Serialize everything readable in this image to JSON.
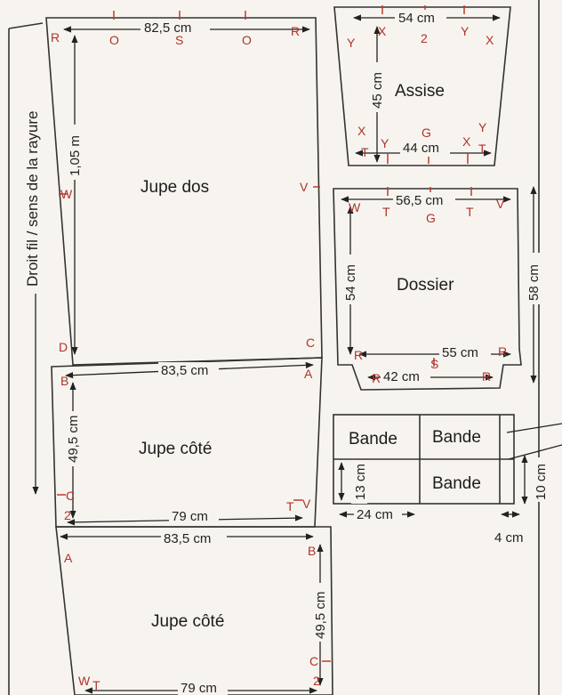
{
  "grain_label": "Droit fil / sens de la rayure",
  "colors": {
    "line": "#333333",
    "marker": "#b0322a",
    "paper": "#f7f4ef"
  },
  "pieces": {
    "jupe_dos": {
      "label": "Jupe dos",
      "width": "82,5 cm",
      "height": "1,05 m"
    },
    "jupe_cote_1": {
      "label": "Jupe côté",
      "top_width": "83,5 cm",
      "height": "49,5 cm",
      "bottom_width": "79 cm"
    },
    "jupe_cote_2": {
      "label": "Jupe côté",
      "top_width": "83,5 cm",
      "height": "49,5 cm",
      "bottom_width": "79 cm"
    },
    "assise": {
      "label": "Assise",
      "top_width": "54 cm",
      "height": "45 cm",
      "bottom_width": "44 cm"
    },
    "dossier": {
      "label": "Dossier",
      "top_width": "56,5 cm",
      "inner_height": "54 cm",
      "outer_height": "58 cm",
      "lower_width": "55 cm",
      "bottom_width": "42 cm"
    },
    "bande": {
      "labels": [
        "Bande",
        "Bande",
        "Bande"
      ],
      "height": "13 cm",
      "width": "24 cm",
      "strip_height": "10 cm",
      "strip_width": "4 cm"
    }
  },
  "markers": {
    "R": "R",
    "O": "O",
    "S": "S",
    "X": "X",
    "Y": "Y",
    "two": "2",
    "G": "G",
    "T": "T",
    "V": "V",
    "W": "W",
    "D": "D",
    "C": "C",
    "A": "A",
    "B": "B"
  }
}
